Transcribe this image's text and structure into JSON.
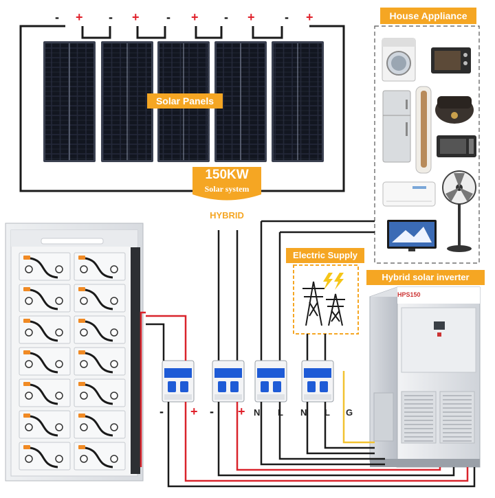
{
  "labels": {
    "house_appliance": "House Appliance",
    "solar_panels": "Solar Panels",
    "power": "150KW",
    "system": "Solar system",
    "hybrid": "HYBRID",
    "electric_supply": "Electric Supply",
    "inverter": "Hybrid solar inverter"
  },
  "panel_polarity": [
    {
      "neg": "-",
      "pos": "+"
    },
    {
      "neg": "-",
      "pos": "+"
    },
    {
      "neg": "-",
      "pos": "+"
    },
    {
      "neg": "-",
      "pos": "+"
    },
    {
      "neg": "-",
      "pos": "+"
    }
  ],
  "breaker_terminals": {
    "battery_neg": "-",
    "battery_pos": "+",
    "solar_neg": "-",
    "solar_pos": "+",
    "n1": "N",
    "l1": "L",
    "n2": "N",
    "l2": "L",
    "g": "G"
  },
  "inverter_brand_text": "HPS150",
  "colors": {
    "accent_orange": "#f5a623",
    "wire_red": "#d9232b",
    "wire_black": "#1a1a1a",
    "wire_yellow": "#f2c230",
    "breaker_blue": "#1e5bd6",
    "panel_dark": "#1b1f2a",
    "inverter_grey": "#e4e6ea"
  }
}
